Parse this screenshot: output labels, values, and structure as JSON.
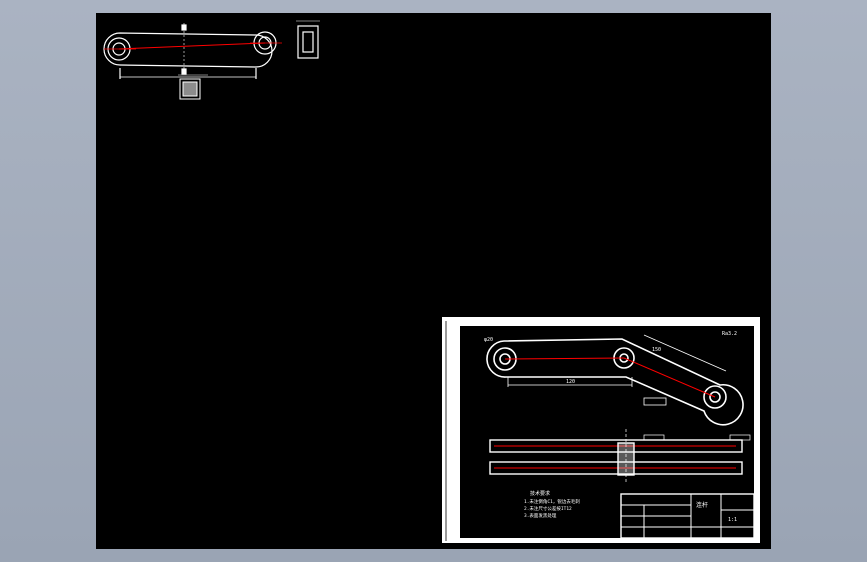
{
  "viewport": {
    "background": "#000000",
    "line_color": "#ffffff",
    "center_line_color": "#ff0000"
  },
  "drawing_sheet": {
    "notes": {
      "title": "技术要求",
      "lines": [
        "1.未注倒角C1，锐边去毛刺",
        "2.未注尺寸公差按IT12",
        "3.表面发黑处理"
      ]
    },
    "title_block": {
      "name": "连杆",
      "scale": "1:1"
    },
    "callouts": {
      "surface_note": "Ra3.2",
      "dim_a": "φ20",
      "dim_b": "120",
      "dim_c": "150"
    }
  }
}
